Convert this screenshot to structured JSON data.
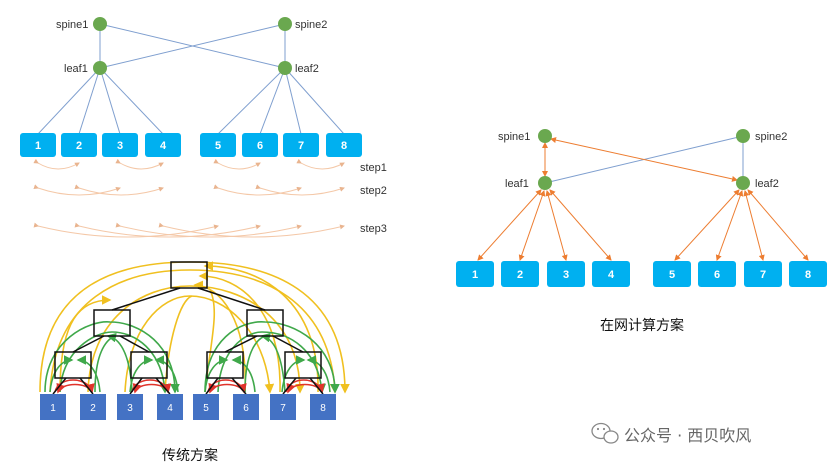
{
  "left_top": {
    "spine_labels": [
      "spine1",
      "spine2"
    ],
    "leaf_labels": [
      "leaf1",
      "leaf2"
    ],
    "node_labels": [
      "1",
      "2",
      "3",
      "4",
      "5",
      "6",
      "7",
      "8"
    ],
    "step_labels": [
      "step1",
      "step2",
      "step3"
    ]
  },
  "left_bottom": {
    "node_labels": [
      "1",
      "2",
      "3",
      "4",
      "5",
      "6",
      "7",
      "8"
    ],
    "caption": "传统方案"
  },
  "right": {
    "spine_labels": [
      "spine1",
      "spine2"
    ],
    "leaf_labels": [
      "leaf1",
      "leaf2"
    ],
    "node_labels": [
      "1",
      "2",
      "3",
      "4",
      "5",
      "6",
      "7",
      "8"
    ],
    "caption": "在网计算方案"
  },
  "watermark": {
    "text": "公众号 · 西贝吹风",
    "icon": "wechat-icon"
  },
  "colors": {
    "node_green": "#6aa84f",
    "box_cyan": "#00b0f0",
    "box_blue": "#4472c4",
    "link_blue": "#7f9fcf",
    "arrow_orange": "#ed7d31",
    "step_arc": "#f4c8a8",
    "arc_yellow": "#f0c020",
    "arc_green": "#3fa84a",
    "arc_red": "#e0332b"
  }
}
